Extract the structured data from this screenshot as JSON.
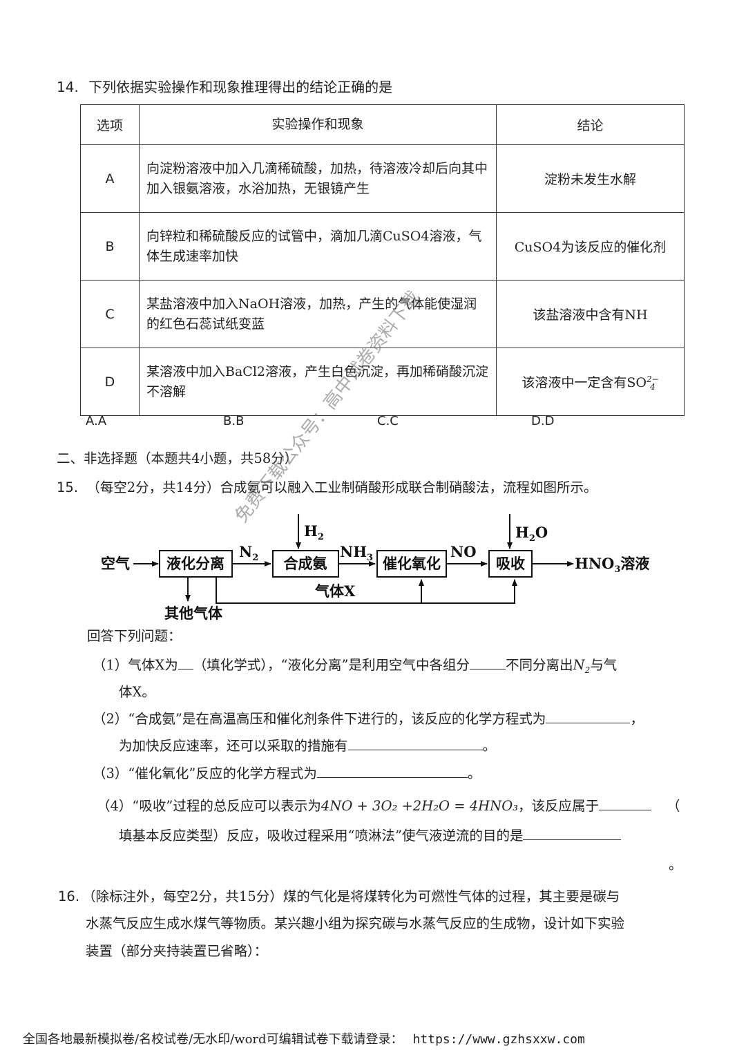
{
  "q14": {
    "number": "14.",
    "stem": "下列依据实验操作和现象推理得出的结论正确的是",
    "headers": [
      "选项",
      "实验操作和现象",
      "结论"
    ],
    "rows": [
      {
        "option": "A",
        "operation": "向淀粉溶液中加入几滴稀硫酸，加热，待溶液冷却后向其中加入银氨溶液，水浴加热，无银镜产生",
        "conclusion": "淀粉未发生水解"
      },
      {
        "option": "B",
        "operation": "向锌粒和稀硫酸反应的试管中，滴加几滴CuSO4溶液，气体生成速率加快",
        "conclusion": "CuSO4为该反应的催化剂"
      },
      {
        "option": "C",
        "operation": "某盐溶液中加入NaOH溶液，加热，产生的气体能使湿润的红色石蕊试纸变蓝",
        "conclusion": "该盐溶液中含有NH"
      },
      {
        "option": "D",
        "operation": "某溶液中加入BaCl2溶液，产生白色沉淀，再加稀硝酸沉淀不溶解",
        "conclusion": "该溶液中一定含有SO"
      }
    ],
    "d_ion_sub": "4",
    "d_ion_sup": "2−",
    "choices": [
      "A.A",
      "B.B",
      "C.C",
      "D.D"
    ]
  },
  "section2": "二、非选择题（本题共4小题，共58分）",
  "q15": {
    "number": "15.",
    "stem": "（每空2分，共14分）合成氨可以融入工业制硝酸形成联合制硝酸法，流程如图所示。",
    "flow": {
      "air": "空气",
      "box1": "液化分离",
      "box2": "合成氨",
      "box3": "催化氧化",
      "box4": "吸收",
      "n2": "N",
      "n2_sub": "2",
      "h2": "H",
      "h2_sub": "2",
      "nh3": "NH",
      "nh3_sub": "3",
      "no": "NO",
      "h2o_pre": "H",
      "h2o_sub": "2",
      "h2o_post": "O",
      "product_pre": "HNO",
      "product_sub": "3",
      "product_post": "溶液",
      "other_gas": "其他气体",
      "gas_x": "气体X"
    },
    "answer_intro": "回答下列问题：",
    "p1_a": "（1）气体X为",
    "p1_b": "（填化学式），“液化分离”是利用空气中各组分",
    "p1_c": "不同分离出",
    "p1_n": "N",
    "p1_n_sub": "2",
    "p1_d": "与气",
    "p1_e": "体X。",
    "p2_a": "（2）“合成氨”是在高温高压和催化剂条件下进行的，该反应的化学方程式为",
    "p2_comma": "，",
    "p2_b": "为加快反应速率，还可以采取的措施有",
    "p2_end": "。",
    "p3_a": "（3）“催化氧化”反应的化学方程式为",
    "p3_end": "。",
    "p4_a": "（4）“吸收”过程的总反应可以表示为",
    "p4_eq": "4NO + 3O₂ +2H₂O = 4HNO₃",
    "p4_b": "，该反应属于",
    "p4_paren": "（",
    "p4_c": "填基本反应类型）反应，吸收过程采用“喷淋法”使气液逆流的目的是",
    "p4_end": "。"
  },
  "q16": {
    "number": "16.",
    "line1": "（除标注外，每空2分，共15分）煤的气化是将煤转化为可燃性气体的过程，其主要是碳与",
    "line2": "水蒸气反应生成水煤气等物质。某兴趣小组为探究碳与水蒸气反应的生成物，设计如下实验",
    "line3": "装置（部分夹持装置已省略）："
  },
  "watermark": "免费下载公众号：高中试卷资料下载",
  "footer": {
    "text": "全国各地最新模拟卷/名校试卷/无水印/word可编辑试卷下载请登录：",
    "url": "https://www.gzhsxxw.com"
  }
}
